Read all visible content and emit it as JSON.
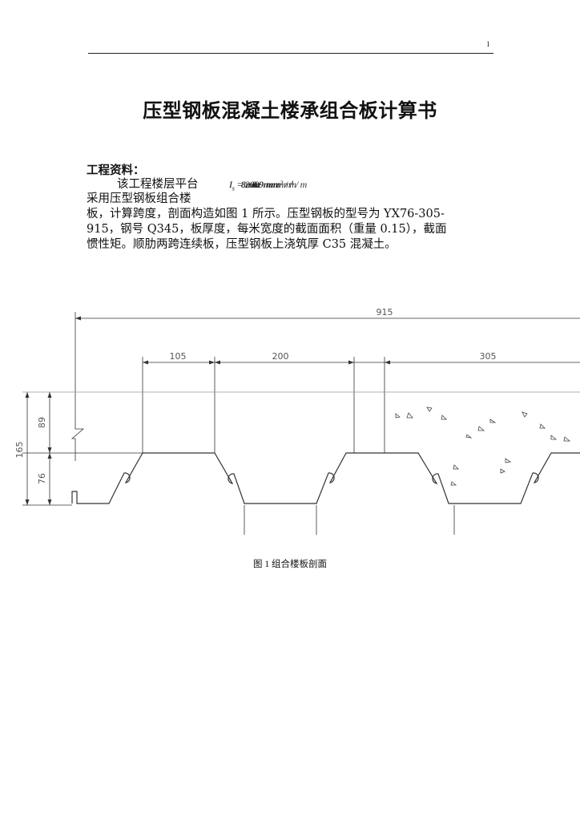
{
  "header": {
    "page_number": "1"
  },
  "title": "压型钢板混凝土楼承组合板计算书",
  "section": {
    "heading": "工程资料：",
    "line1": "该工程楼层平台",
    "formula_overlay": "I_s = 200mm ... 8mm ... 0.9mm ... mm² ... mm⁴/m",
    "line2": "采用压型钢板组合楼",
    "line3": "板，计算跨度，剖面构造如图 1 所示。压型钢板的型号为 YX76-305-",
    "line4": "915，钢号 Q345，板厚度，每米宽度的截面面积（重量 0.15），截面",
    "line5": "惯性矩。顺肋两跨连续板，压型钢板上浇筑厚 C35 混凝土。"
  },
  "figure": {
    "dim_overall": "915",
    "dim_top_flange": "105",
    "dim_bottom_gap": "200",
    "dim_pitch": "305",
    "dim_total_height": "165",
    "dim_concrete_height": "89",
    "dim_deck_height": "76",
    "caption": "图 1  组合楼板剖面"
  }
}
